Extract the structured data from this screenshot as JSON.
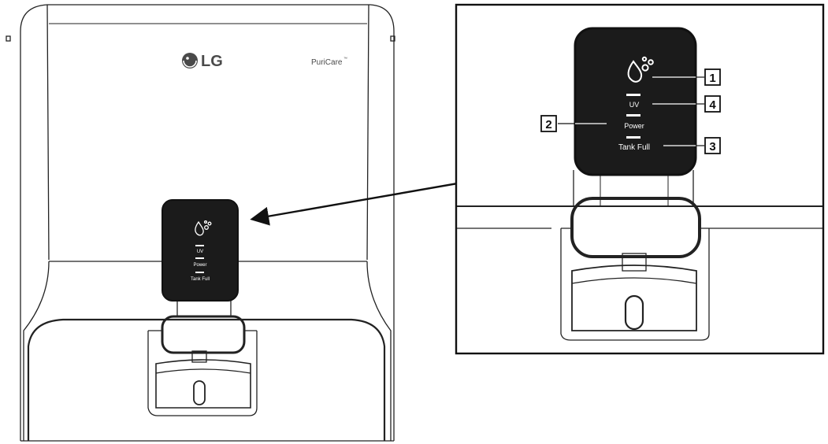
{
  "product": {
    "brand_logo": "LG",
    "sub_brand": "PuriCare",
    "trademark": "™"
  },
  "control_panel": {
    "indicators": [
      {
        "icon": "water-drop-bubbles-icon"
      },
      {
        "label": "UV"
      },
      {
        "label": "Power"
      },
      {
        "label": "Tank Full"
      }
    ]
  },
  "callouts": [
    {
      "number": "1"
    },
    {
      "number": "2"
    },
    {
      "number": "3"
    },
    {
      "number": "4"
    }
  ],
  "colors": {
    "panel": "#1b1b1b",
    "line": "#222222",
    "indicator_text": "#ffffff",
    "background": "#ffffff"
  }
}
